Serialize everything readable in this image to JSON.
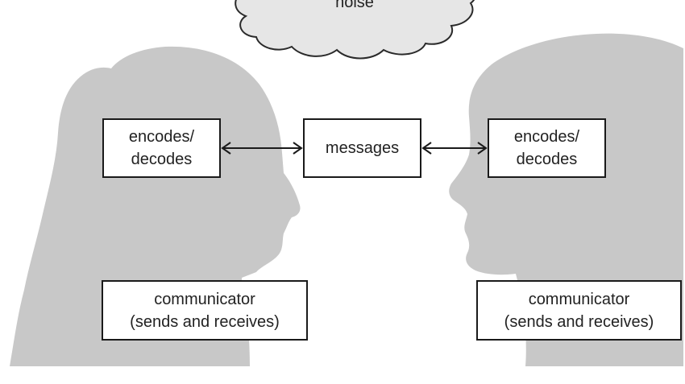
{
  "diagram": {
    "noise_label": "noise",
    "left_encoder_label": "encodes/\ndecodes",
    "messages_label": "messages",
    "right_encoder_label": "encodes/\ndecodes",
    "left_communicator_label": "communicator\n(sends and receives)",
    "right_communicator_label": "communicator\n(sends and receives)"
  },
  "colors": {
    "silhouette": "#c8c8c8",
    "cloud_fill": "#e6e6e6",
    "outline": "#1a1a1a",
    "text": "#222222"
  }
}
